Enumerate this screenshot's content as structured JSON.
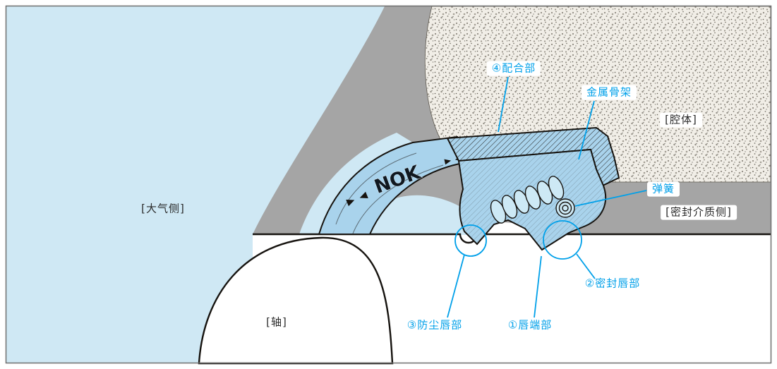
{
  "seal": {
    "brand": "NOK"
  },
  "labels": {
    "fitting_part": "④配合部",
    "metal_case": "金属骨架",
    "cavity": "[腔体]",
    "spring": "弹簧",
    "sealed_medium_side": "[密封介质侧]",
    "atmosphere_side": "[大气侧]",
    "seal_lip": "②密封唇部",
    "shaft": "[轴]",
    "dust_lip": "③防尘唇部",
    "lip_end": "①唇端部"
  },
  "colors": {
    "background_blue": "#cfe8f4",
    "seal_blue": "#a9d3ec",
    "housing_gray": "#a5a5a5",
    "housing_texture_base": "#f1eee7",
    "accent_cyan": "#00a0e9",
    "outline_black": "#16130f"
  }
}
